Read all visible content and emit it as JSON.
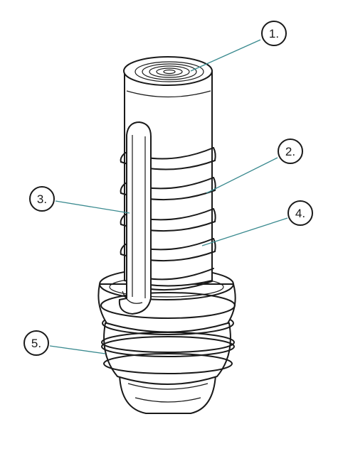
{
  "diagram": {
    "leader_color": "#3a8a8f",
    "ink_color": "#1a1a1a",
    "callouts": [
      {
        "id": "1",
        "label": "1."
      },
      {
        "id": "2",
        "label": "2."
      },
      {
        "id": "3",
        "label": "3."
      },
      {
        "id": "4",
        "label": "4."
      },
      {
        "id": "5",
        "label": "5."
      }
    ]
  }
}
